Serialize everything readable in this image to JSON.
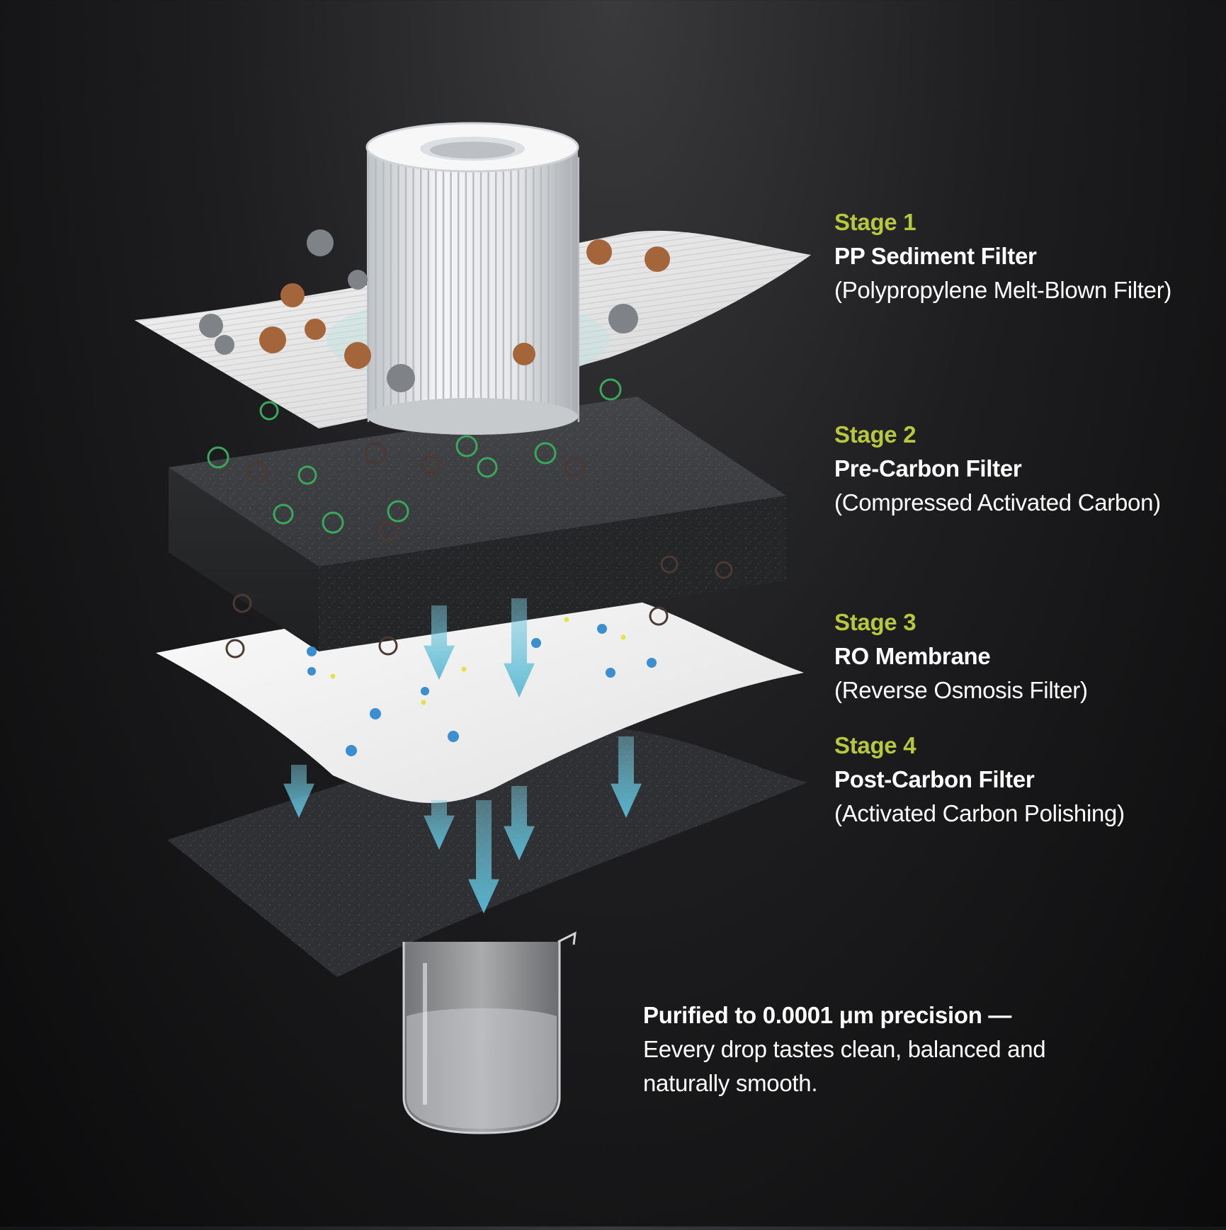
{
  "stages": [
    {
      "title": "Stage 1",
      "name": "PP Sediment Filter",
      "desc": "(Polypropylene Melt-Blown Filter)"
    },
    {
      "title": "Stage 2",
      "name": "Pre-Carbon Filter",
      "desc": "(Compressed Activated Carbon)"
    },
    {
      "title": "Stage 3",
      "name": "RO Membrane",
      "desc": "(Reverse Osmosis Filter)"
    },
    {
      "title": "Stage 4",
      "name": "Post-Carbon Filter",
      "desc": "(Activated Carbon Polishing)"
    }
  ],
  "footer": {
    "headline": "Purified to 0.0001 μm precision —",
    "text": "Eevery drop tastes clean, balanced and naturally smooth."
  },
  "colors": {
    "stage_accent": "#b7c83a",
    "flow_arrow": "#7ccde0",
    "text": "#ffffff",
    "background": "#1e1e20"
  },
  "icons": [
    "pleated-cartridge-icon",
    "flow-arrow-icon",
    "beaker-icon",
    "particle-icon"
  ]
}
